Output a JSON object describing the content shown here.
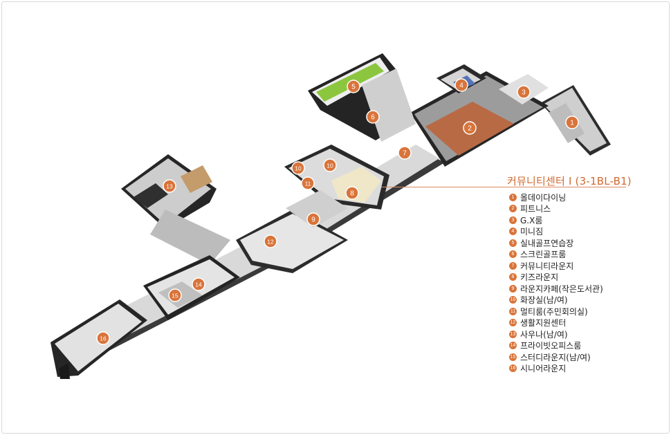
{
  "legend": {
    "title": "커뮤니티센터 Ⅰ (3-1BL-B1)",
    "items": [
      {
        "num": "1",
        "label": "올데이다이닝"
      },
      {
        "num": "2",
        "label": "피트니스"
      },
      {
        "num": "3",
        "label": "G.X룸"
      },
      {
        "num": "4",
        "label": "미니짐"
      },
      {
        "num": "5",
        "label": "실내골프연습장"
      },
      {
        "num": "6",
        "label": "스크린골프룸"
      },
      {
        "num": "7",
        "label": "커뮤니티라운지"
      },
      {
        "num": "8",
        "label": "키즈라운지"
      },
      {
        "num": "9",
        "label": "라운지카페(작은도서관)"
      },
      {
        "num": "10",
        "label": "화장실(남/여)"
      },
      {
        "num": "11",
        "label": "멀티룸(주민회의실)"
      },
      {
        "num": "12",
        "label": "생활지원센터"
      },
      {
        "num": "13",
        "label": "사우나(남/여)"
      },
      {
        "num": "14",
        "label": "프라이빗오피스룸"
      },
      {
        "num": "15",
        "label": "스터디라운지(남/여)"
      },
      {
        "num": "16",
        "label": "시니어라운지"
      }
    ]
  },
  "markers": [
    {
      "num": "1"
    },
    {
      "num": "2"
    },
    {
      "num": "3"
    },
    {
      "num": "4"
    },
    {
      "num": "5"
    },
    {
      "num": "6"
    },
    {
      "num": "7"
    },
    {
      "num": "8"
    },
    {
      "num": "9"
    },
    {
      "num": "10"
    },
    {
      "num": "10"
    },
    {
      "num": "11"
    },
    {
      "num": "12"
    },
    {
      "num": "13"
    },
    {
      "num": "14"
    },
    {
      "num": "15"
    },
    {
      "num": "16"
    }
  ],
  "colors": {
    "accent": "#d9743a",
    "wall": "#2b2b2b",
    "floor": "#e9e9e9",
    "golf_green": "#8cc63f"
  }
}
